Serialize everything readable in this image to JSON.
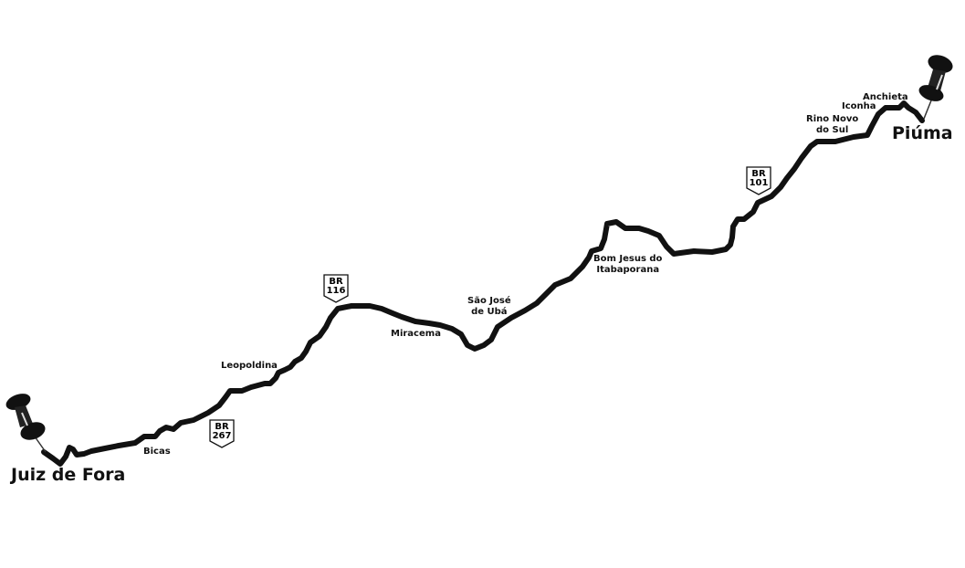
{
  "map": {
    "start_city": "Juiz de Fora",
    "end_city": "Piúma",
    "towns": [
      {
        "lines": [
          "Bicas"
        ]
      },
      {
        "lines": [
          "Leopoldina"
        ]
      },
      {
        "lines": [
          "Miracema"
        ]
      },
      {
        "lines": [
          "São José",
          "de Ubá"
        ]
      },
      {
        "lines": [
          "Bom Jesus do",
          "Itabaporana"
        ]
      },
      {
        "lines": [
          "Rino Novo",
          "do Sul"
        ]
      },
      {
        "lines": [
          "Iconha"
        ]
      },
      {
        "lines": [
          "Anchieta"
        ]
      }
    ],
    "highways": [
      {
        "prefix": "BR",
        "number": "267"
      },
      {
        "prefix": "BR",
        "number": "116"
      },
      {
        "prefix": "BR",
        "number": "101"
      }
    ],
    "colors": {
      "route": "#111111",
      "background": "#ffffff"
    },
    "icons": [
      "pushpin-icon",
      "highway-shield-icon"
    ]
  }
}
